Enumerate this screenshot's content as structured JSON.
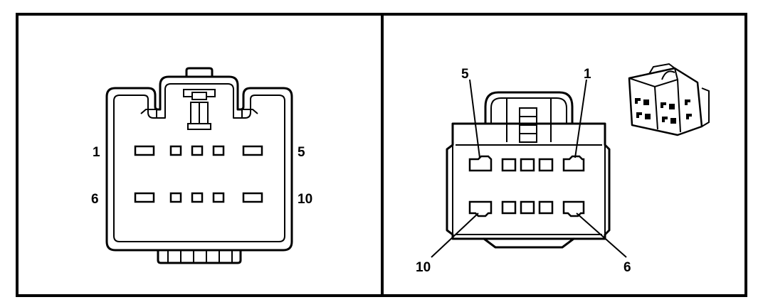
{
  "left_view": {
    "pin_labels": {
      "top_left": "1",
      "top_right": "5",
      "bottom_left": "6",
      "bottom_right": "10"
    }
  },
  "right_view": {
    "pin_labels": {
      "top_left": "5",
      "top_right": "1",
      "bottom_left": "10",
      "bottom_right": "6"
    }
  },
  "colors": {
    "line": "#000000",
    "background": "#ffffff"
  }
}
